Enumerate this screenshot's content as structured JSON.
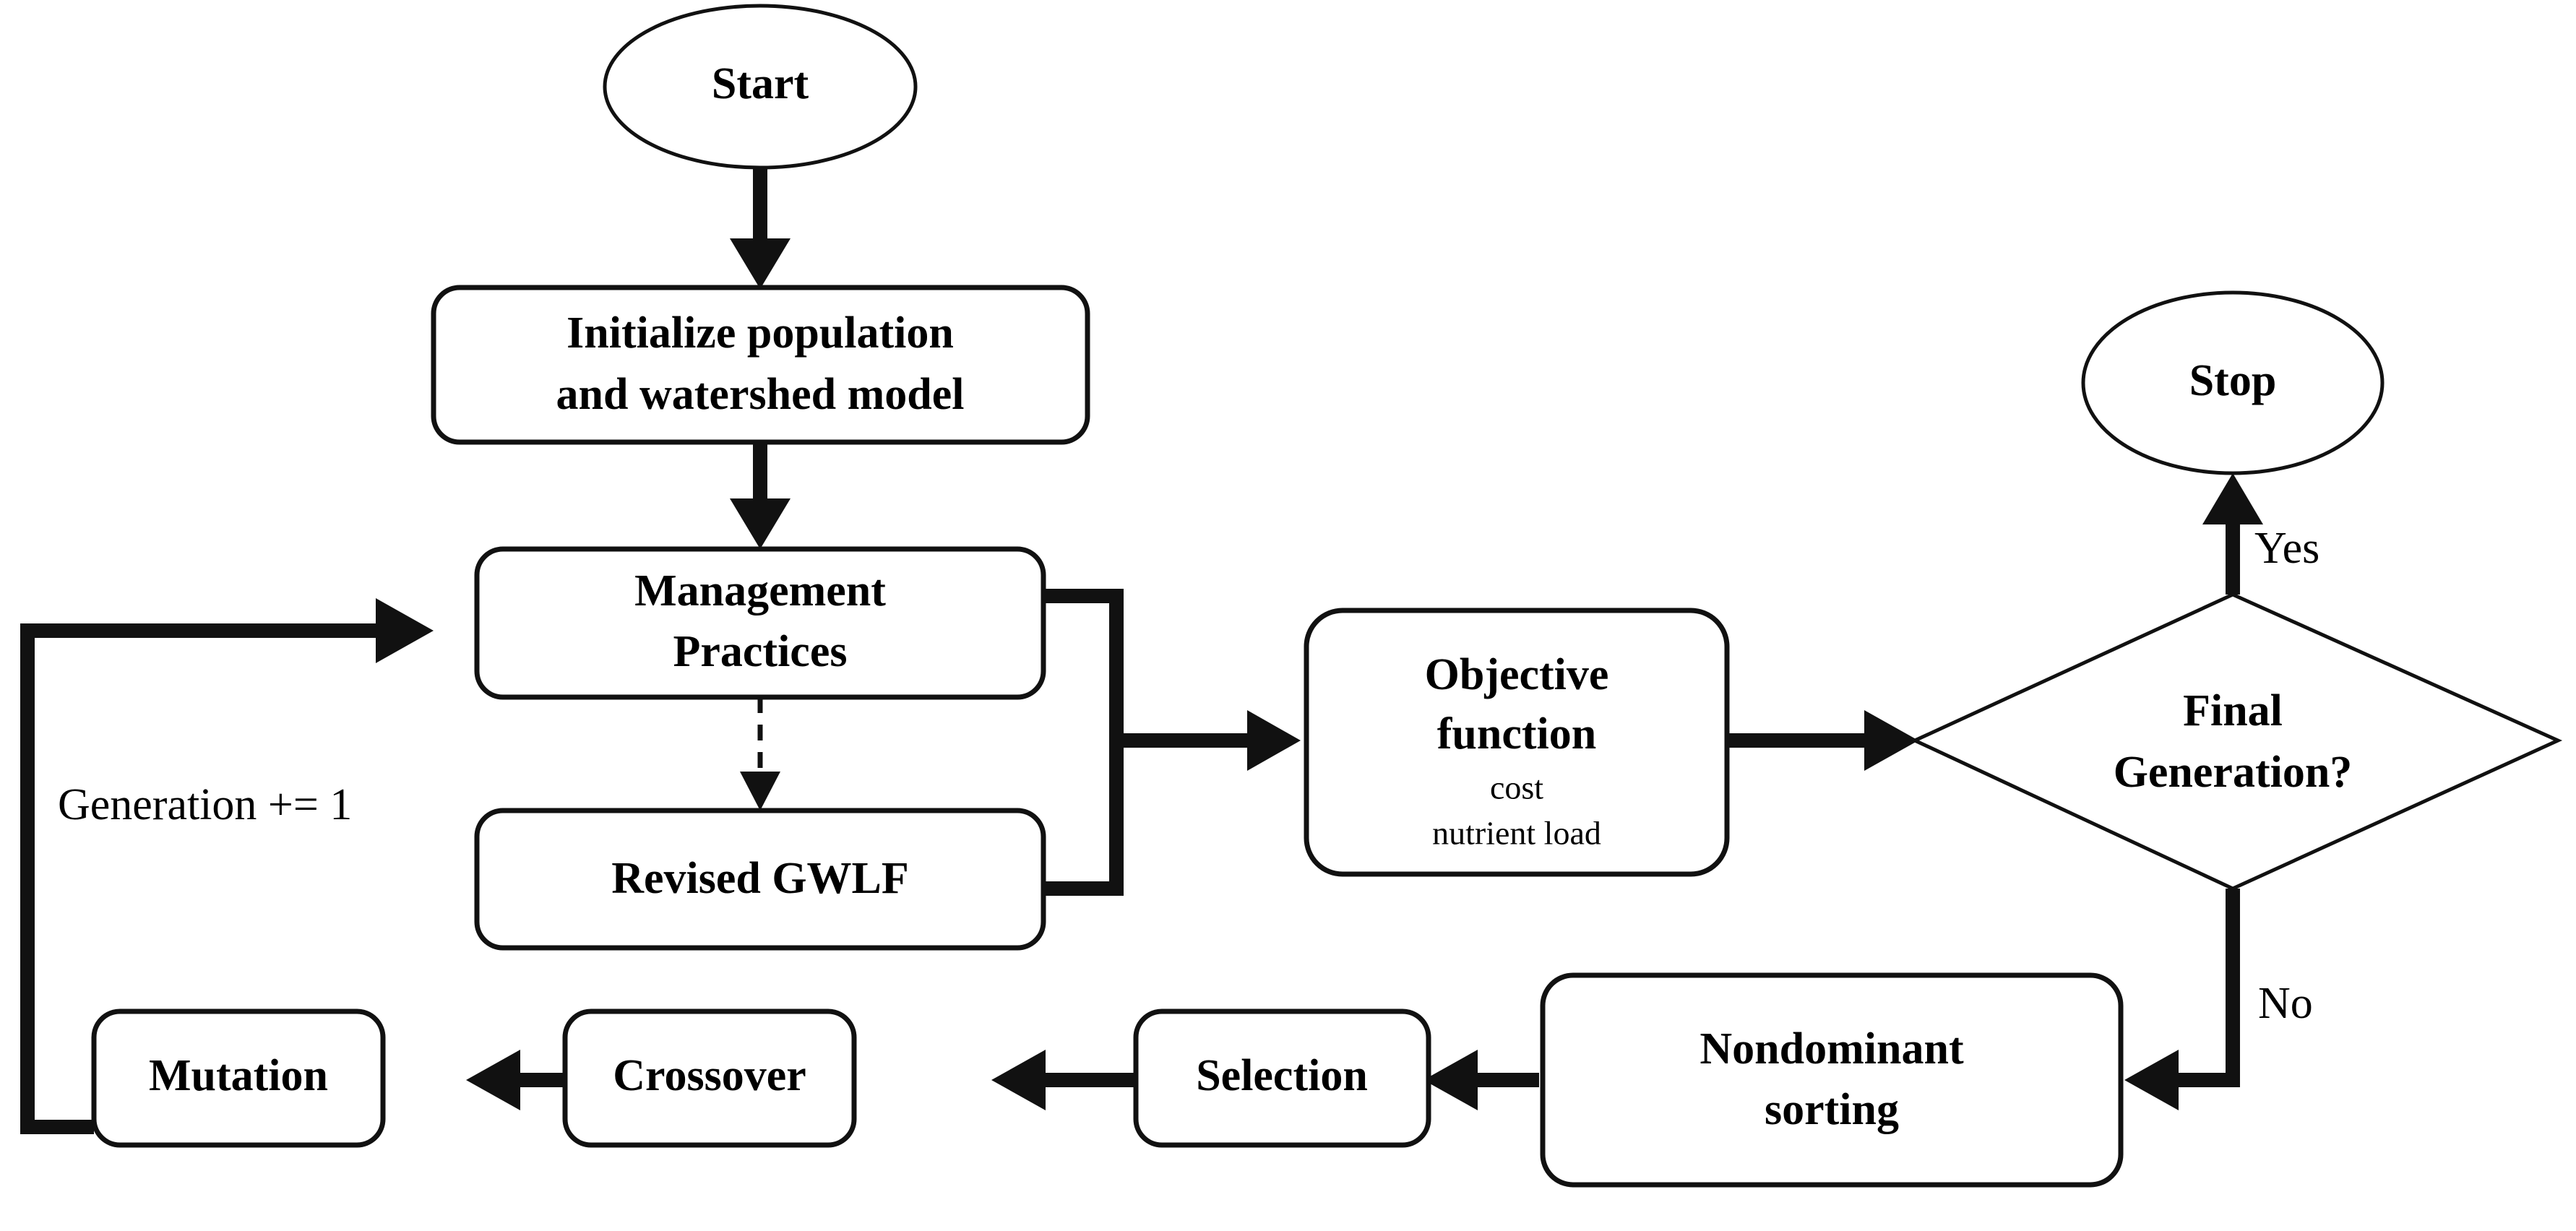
{
  "diagram": {
    "title": "NSGA-II watershed management optimization flowchart",
    "type": "flowchart",
    "background_color": "#ffffff",
    "stroke_color": "#111111",
    "nodes": [
      {
        "id": "start",
        "shape": "ellipse",
        "label": "Start"
      },
      {
        "id": "initialize",
        "shape": "rounded-rectangle",
        "label_line1": "Initialize population",
        "label_line2": "and watershed model"
      },
      {
        "id": "management",
        "shape": "rounded-rectangle",
        "label_line1": "Management",
        "label_line2": "Practices"
      },
      {
        "id": "gwlf",
        "shape": "rounded-rectangle",
        "label": "Revised GWLF"
      },
      {
        "id": "objective",
        "shape": "rounded-rectangle",
        "label_line1": "Objective",
        "label_line2": "function",
        "sub_line1": "cost",
        "sub_line2": "nutrient load"
      },
      {
        "id": "decision",
        "shape": "diamond",
        "label_line1": "Final",
        "label_line2": "Generation?"
      },
      {
        "id": "stop",
        "shape": "ellipse",
        "label": "Stop"
      },
      {
        "id": "nondominant",
        "shape": "rounded-rectangle",
        "label_line1": "Nondominant",
        "label_line2": "sorting"
      },
      {
        "id": "selection",
        "shape": "rounded-rectangle",
        "label": "Selection"
      },
      {
        "id": "crossover",
        "shape": "rounded-rectangle",
        "label": "Crossover"
      },
      {
        "id": "mutation",
        "shape": "rounded-rectangle",
        "label": "Mutation"
      }
    ],
    "edge_labels": {
      "yes": "Yes",
      "no": "No",
      "generation_increment": "Generation += 1"
    },
    "edges": [
      {
        "from": "start",
        "to": "initialize",
        "style": "solid",
        "label": ""
      },
      {
        "from": "initialize",
        "to": "management",
        "style": "solid",
        "label": ""
      },
      {
        "from": "management",
        "to": "gwlf",
        "style": "dashed",
        "label": ""
      },
      {
        "from": "management",
        "to": "objective",
        "style": "solid",
        "label": ""
      },
      {
        "from": "gwlf",
        "to": "objective",
        "style": "solid",
        "label": ""
      },
      {
        "from": "objective",
        "to": "decision",
        "style": "solid",
        "label": ""
      },
      {
        "from": "decision",
        "to": "stop",
        "style": "solid",
        "label": "Yes"
      },
      {
        "from": "decision",
        "to": "nondominant",
        "style": "solid",
        "label": "No"
      },
      {
        "from": "nondominant",
        "to": "selection",
        "style": "solid",
        "label": ""
      },
      {
        "from": "selection",
        "to": "crossover",
        "style": "solid",
        "label": ""
      },
      {
        "from": "crossover",
        "to": "mutation",
        "style": "solid",
        "label": ""
      },
      {
        "from": "mutation",
        "to": "management",
        "style": "solid",
        "label": "Generation += 1"
      }
    ]
  }
}
